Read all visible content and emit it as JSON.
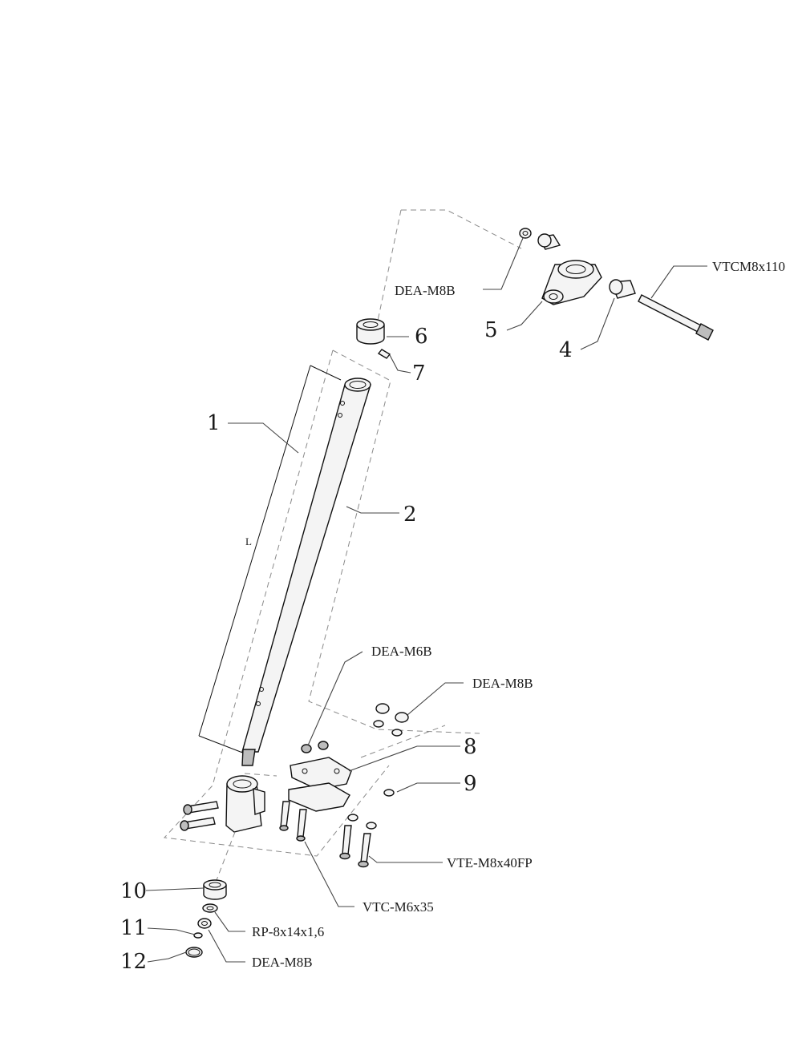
{
  "labels": {
    "p1": "1",
    "p2": "2",
    "p4": "4",
    "p5": "5",
    "p6": "6",
    "p7": "7",
    "p8": "8",
    "p9": "9",
    "p10": "10",
    "p11": "11",
    "p12": "12",
    "dim_l": "L",
    "dea_m8b_top": "DEA-M8B",
    "vtcm8x110": "VTCM8x110",
    "dea_m6b": "DEA-M6B",
    "dea_m8b_mid": "DEA-M8B",
    "vte_m8x40fp": "VTE-M8x40FP",
    "vtc_m6x35": "VTC-M6x35",
    "rp_8x14x1_6": "RP-8x14x1,6",
    "dea_m8b_bottom": "DEA-M8B"
  }
}
